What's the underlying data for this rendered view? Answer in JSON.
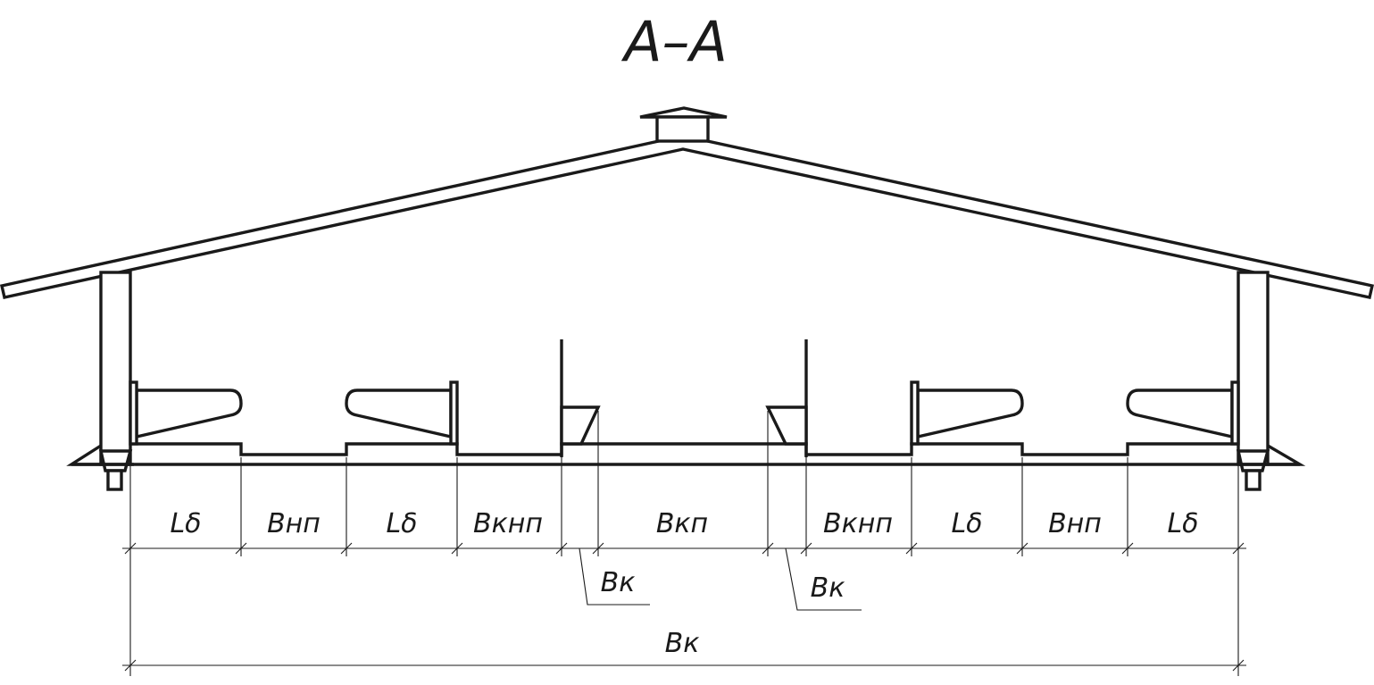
{
  "section_title": "A–A",
  "dimensions": {
    "ld_left_outer": "Lδ",
    "bnp_left": "Внп",
    "ld_left_inner": "Lδ",
    "bknp_left": "Вкнп",
    "bkp_center": "Вкп",
    "bknp_right": "Вкнп",
    "ld_right_inner": "Lδ",
    "bnp_right": "Внп",
    "ld_right_outer": "Lδ",
    "bk_left_leader": "Вк",
    "bk_right_leader": "Вк",
    "bk_overall": "Вк"
  },
  "colors": {
    "line": "#1a1a1a",
    "background": "#ffffff"
  }
}
